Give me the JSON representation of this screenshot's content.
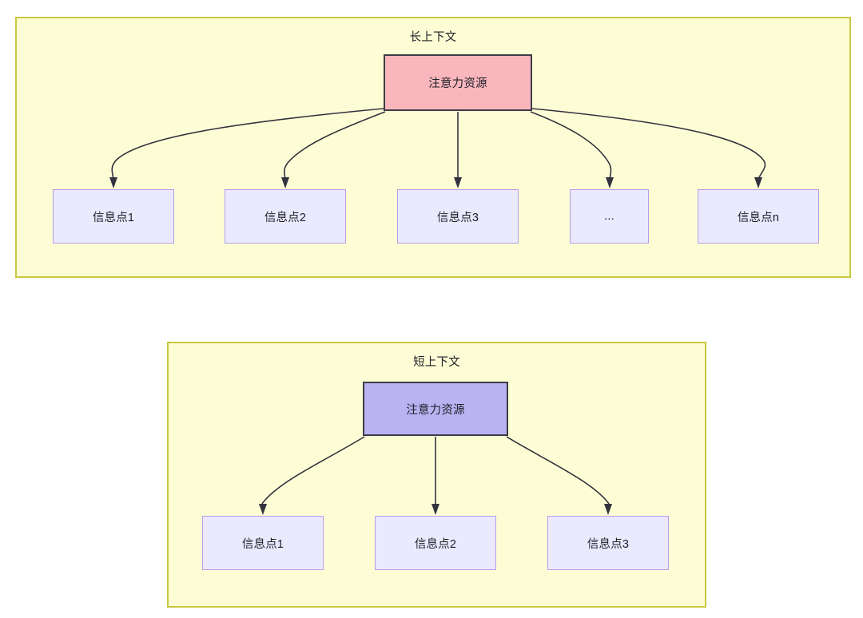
{
  "diagram": {
    "title_long": "长上下文",
    "title_short": "短上下文",
    "colors": {
      "panel_fill": "#fdfdd5",
      "panel_border": "#c8c840",
      "root_pink_fill": "#f9b7bd",
      "root_blue_fill": "#b9b3f2",
      "root_border": "#3c3c46",
      "leaf_fill": "#eae9fd",
      "leaf_border": "#b79cea",
      "edge_stroke": "#333340",
      "text": "#1f1f28"
    }
  },
  "long_context": {
    "title": "长上下文",
    "root": {
      "label": "注意力资源"
    },
    "leaves": [
      {
        "label": "信息点1"
      },
      {
        "label": "信息点2"
      },
      {
        "label": "信息点3"
      },
      {
        "label": "..."
      },
      {
        "label": "信息点n"
      }
    ]
  },
  "short_context": {
    "title": "短上下文",
    "root": {
      "label": "注意力资源"
    },
    "leaves": [
      {
        "label": "信息点1"
      },
      {
        "label": "信息点2"
      },
      {
        "label": "信息点3"
      }
    ]
  }
}
